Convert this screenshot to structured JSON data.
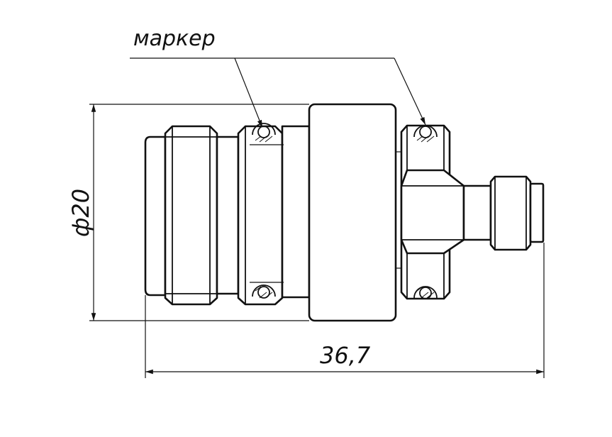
{
  "labels": {
    "marker": "маркер",
    "diameter": "ф20",
    "length": "36,7"
  }
}
